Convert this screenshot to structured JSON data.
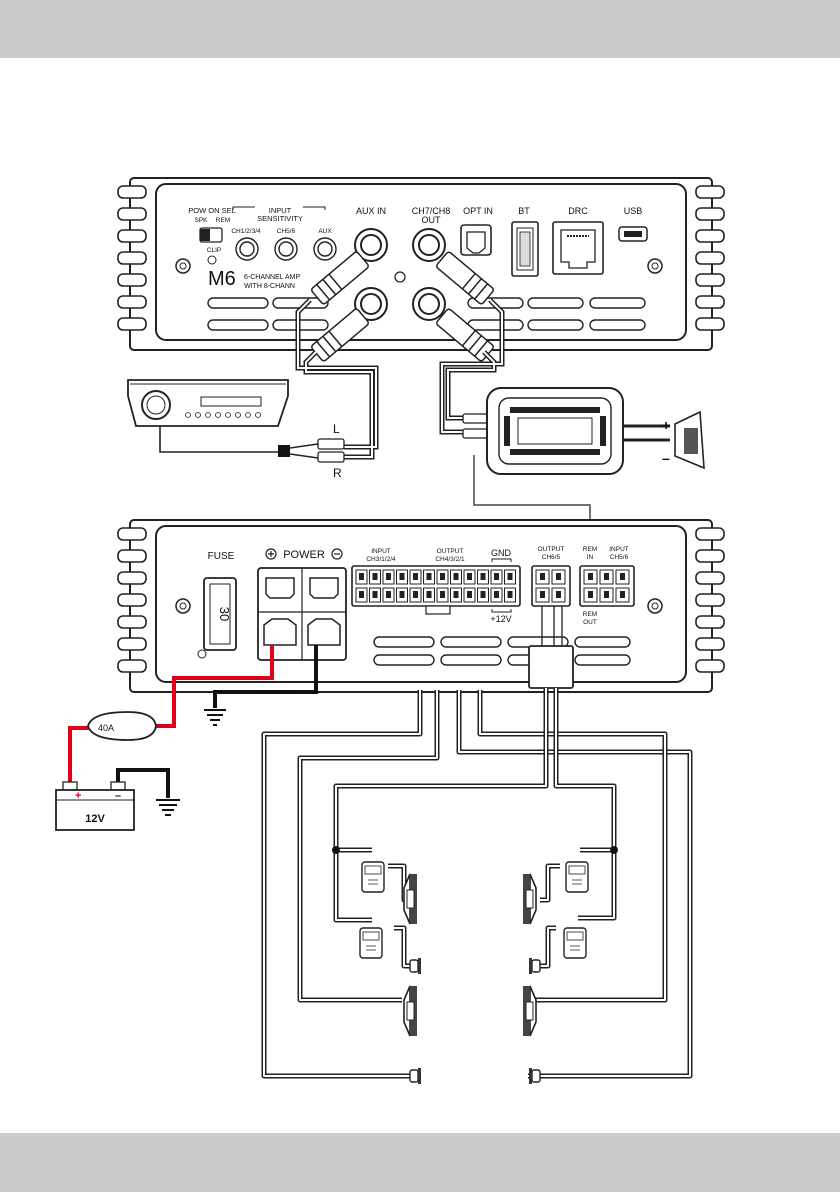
{
  "top_panel": {
    "pow_on_sel": "POW ON SEL",
    "spk": "SPK",
    "rem": "REM",
    "clip": "CLIP",
    "input_sensitivity": "INPUT\nSENSITIVITY",
    "input_sensitivity_l1": "INPUT",
    "input_sensitivity_l2": "SENSITIVITY",
    "ch1234": "CH1/2/3/4",
    "ch56": "CH5/6",
    "aux": "AUX",
    "aux_in": "AUX IN",
    "ch78_out_l1": "CH7/CH8",
    "ch78_out_l2": "OUT",
    "opt_in": "OPT IN",
    "bt": "BT",
    "drc": "DRC",
    "usb": "USB",
    "model": "M6",
    "model_desc_l1": "6-CHANNEL AMP",
    "model_desc_l2": "WITH 8-CHANN"
  },
  "bottom_panel": {
    "fuse": "FUSE",
    "fuse_value": "30",
    "power": "POWER",
    "input_l1": "INPUT",
    "input_l2": "CH3/1/2/4",
    "output_l1": "OUTPUT",
    "output_l2": "CH4/3/2/1",
    "gnd": "GND",
    "plus12v": "+12V",
    "output56_l1": "OUTPUT",
    "output56_l2": "CH6/5",
    "rem_in_l1": "REM",
    "rem_in_l2": "IN",
    "input56_l1": "INPUT",
    "input56_l2": "CH5/6",
    "rem_out_l1": "REM",
    "rem_out_l2": "OUT"
  },
  "wiring": {
    "left": "L",
    "right": "R",
    "plus": "+",
    "minus": "–",
    "inline_fuse": "40A",
    "battery": "12V",
    "battery_plus": "+",
    "battery_minus": "–"
  }
}
